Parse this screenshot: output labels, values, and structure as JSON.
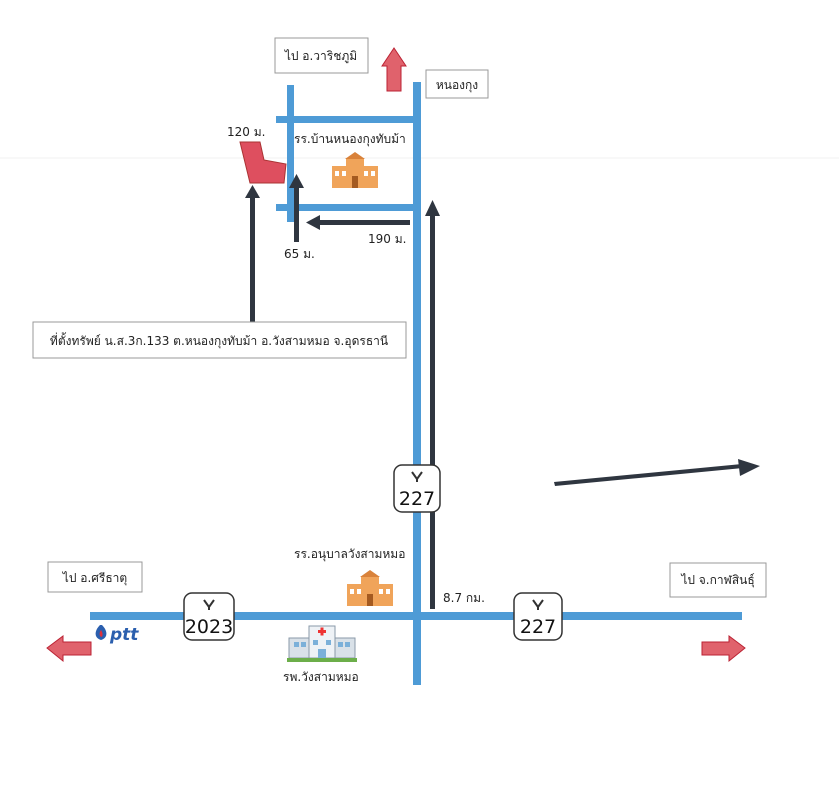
{
  "colors": {
    "road": "#4e9bd6",
    "direction_arrow": "#e0626c",
    "pointer_arrow": "#2f3640",
    "building": "#f0a45a",
    "parcel": "#de4f5f"
  },
  "labels": {
    "to_waritchaphum": "ไป อ.วาริชภูมิ",
    "nong_kung": "หนองกุง",
    "school_top": "รร.บ้านหนองกุงทับม้า",
    "dist_120": "120 ม.",
    "dist_190": "190 ม.",
    "dist_65": "65 ม.",
    "property": "ที่ตั้งทรัพย์ น.ส.3ก.133 ต.หนองกุงทับม้า อ.วังสามหมอ จ.อุดรธานี",
    "school_bottom": "รร.อนุบาลวังสามหมอ",
    "to_sri_that": "ไป อ.ศรีธาตุ",
    "to_kalasin": "ไป จ.กาฬสินธุ์",
    "dist_8_7": "8.7 กม.",
    "hospital": "รพ.วังสามหมอ",
    "ptt_logo": "ptt"
  },
  "route_shields": [
    {
      "number": "227",
      "id": "route-227-north"
    },
    {
      "number": "2023",
      "id": "route-2023"
    },
    {
      "number": "227",
      "id": "route-227-east"
    }
  ],
  "icons": [
    "school-icon",
    "hospital-icon",
    "ptt-logo-icon",
    "property-parcel-icon"
  ]
}
